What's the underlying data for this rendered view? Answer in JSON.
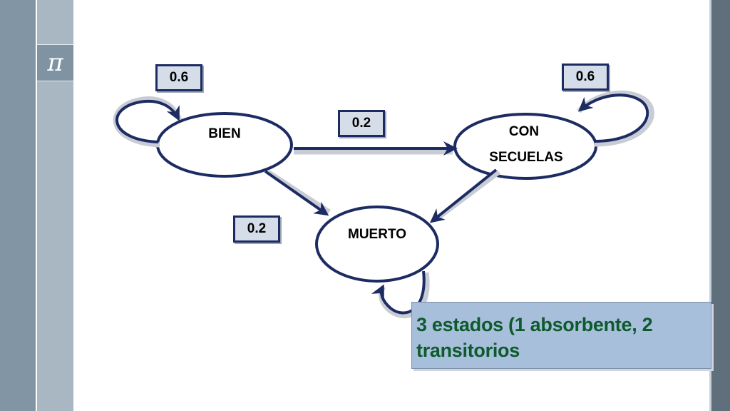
{
  "slide": {
    "pi_symbol": "π"
  },
  "states": {
    "bien": "BIEN",
    "con_secuelas_line1": "CON",
    "con_secuelas_line2": "SECUELAS",
    "muerto": "MUERTO"
  },
  "probabilities": {
    "bien_bien": "0.6",
    "bien_con_secuelas": "0.2",
    "con_secuelas_con_secuelas": "0.6",
    "bien_muerto": "0.2"
  },
  "note": {
    "text": "3 estados (1 absorbente, 2 transitorios"
  },
  "colors": {
    "arrow": "#1d2b63",
    "note_bg": "#a8bfdc",
    "note_text": "#0d5a2c"
  }
}
